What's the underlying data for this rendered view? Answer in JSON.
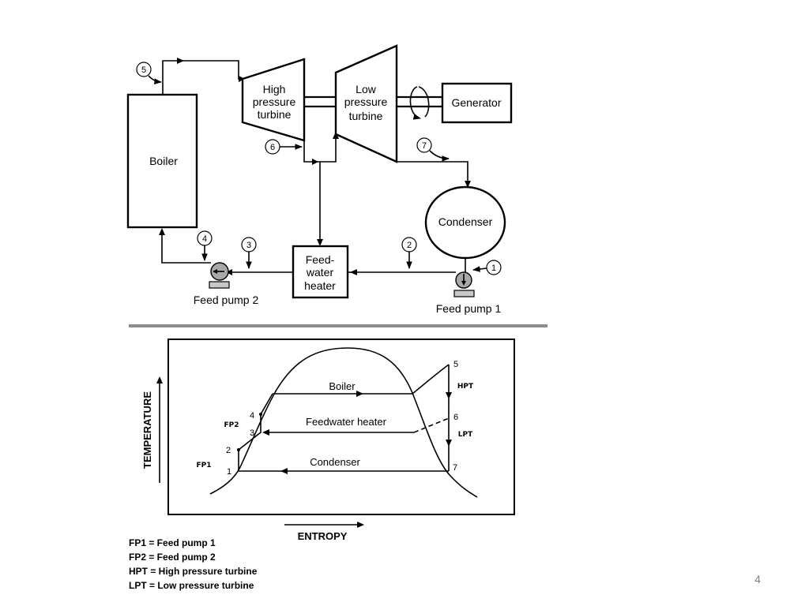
{
  "cycle_diagram": {
    "boiler": "Boiler",
    "hp_turbine": [
      "High",
      "pressure",
      "turbine"
    ],
    "lp_turbine": [
      "Low",
      "pressure",
      "turbine"
    ],
    "generator": "Generator",
    "condenser": "Condenser",
    "feedwater_heater": [
      "Feed-",
      "water",
      "heater"
    ],
    "feed_pump_1": "Feed pump 1",
    "feed_pump_2": "Feed pump 2",
    "states": [
      "1",
      "2",
      "3",
      "4",
      "5",
      "6",
      "7"
    ]
  },
  "ts_diagram": {
    "y_axis_label": "TEMPERATURE",
    "x_axis_label": "ENTROPY",
    "boiler": "Boiler",
    "feedwater_heater": "Feedwater heater",
    "condenser": "Condenser",
    "fp1": "FP1",
    "fp2": "FP2",
    "hpt": "HPT",
    "lpt": "LPT",
    "points": [
      "1",
      "2",
      "3",
      "4",
      "5",
      "6",
      "7"
    ]
  },
  "legend": [
    "FP1 = Feed pump 1",
    "FP2 = Feed pump 2",
    "HPT = High pressure turbine",
    "LPT = Low pressure turbine"
  ],
  "page_number": "4",
  "colors": {
    "line": "#000000",
    "separator": "#8c8c8c",
    "pump": "#a8a8a8",
    "page_number": "#808080"
  }
}
